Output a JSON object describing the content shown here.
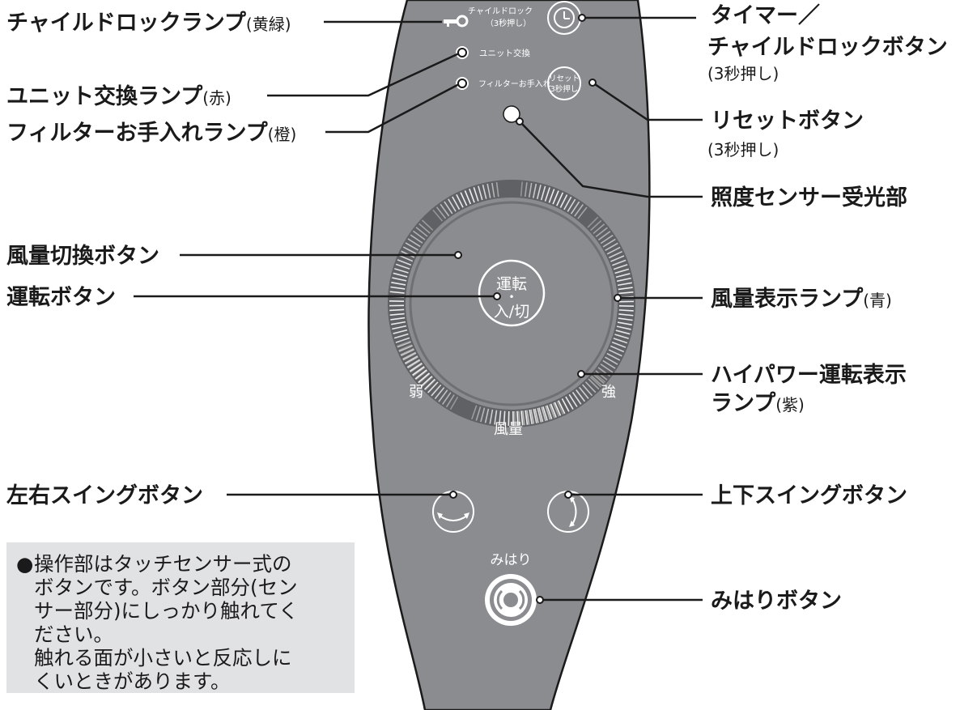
{
  "labels": {
    "child_lock_lamp": "チャイルドロックランプ",
    "child_lock_lamp_color": "(黄緑)",
    "unit_lamp": "ユニット交換ランプ",
    "unit_lamp_color": "(赤)",
    "filter_lamp": "フィルターお手入れランプ",
    "filter_lamp_color": "(橙)",
    "timer_line1": "タイマー／",
    "timer_line2": "チャイルドロックボタン",
    "timer_sub": "(3秒押し)",
    "reset": "リセットボタン",
    "reset_sub": "(3秒押し)",
    "light_sensor": "照度センサー受光部",
    "fan_switch": "風量切換ボタン",
    "run_button": "運転ボタン",
    "fan_lamp": "風量表示ランプ",
    "fan_lamp_color": "(青)",
    "high_power_line1": "ハイパワー運転表示",
    "high_power_line2": "ランプ",
    "high_power_color": "(紫)",
    "lr_swing": "左右スイングボタン",
    "ud_swing": "上下スイングボタン",
    "watch_button": "みはりボタン"
  },
  "panel": {
    "child_lock_line1": "チャイルドロック",
    "child_lock_line2": "（3秒押し）",
    "unit_exchange": "ユニット交換",
    "filter_care": "フィルターお手入れ",
    "reset_line1": "リセット",
    "reset_line2": "3秒押し",
    "run_line1": "運転",
    "run_dot": "•",
    "run_line2": "入/切",
    "weak": "弱",
    "strong": "強",
    "fan_volume": "風量",
    "watch": "みはり"
  },
  "note": {
    "bullet": "●",
    "line1": "操作部はタッチセンサー式の",
    "line2": "ボタンです。ボタン部分(セン",
    "line3": "サー部分)にしっかり触れてく",
    "line4": "ださい。",
    "line5": "触れる面が小さいと反応しに",
    "line6": "くいときがあります。"
  },
  "colors": {
    "panel": "#8a8c8f",
    "ring_dark": "#5f6164",
    "text": "#1a1a1a"
  }
}
